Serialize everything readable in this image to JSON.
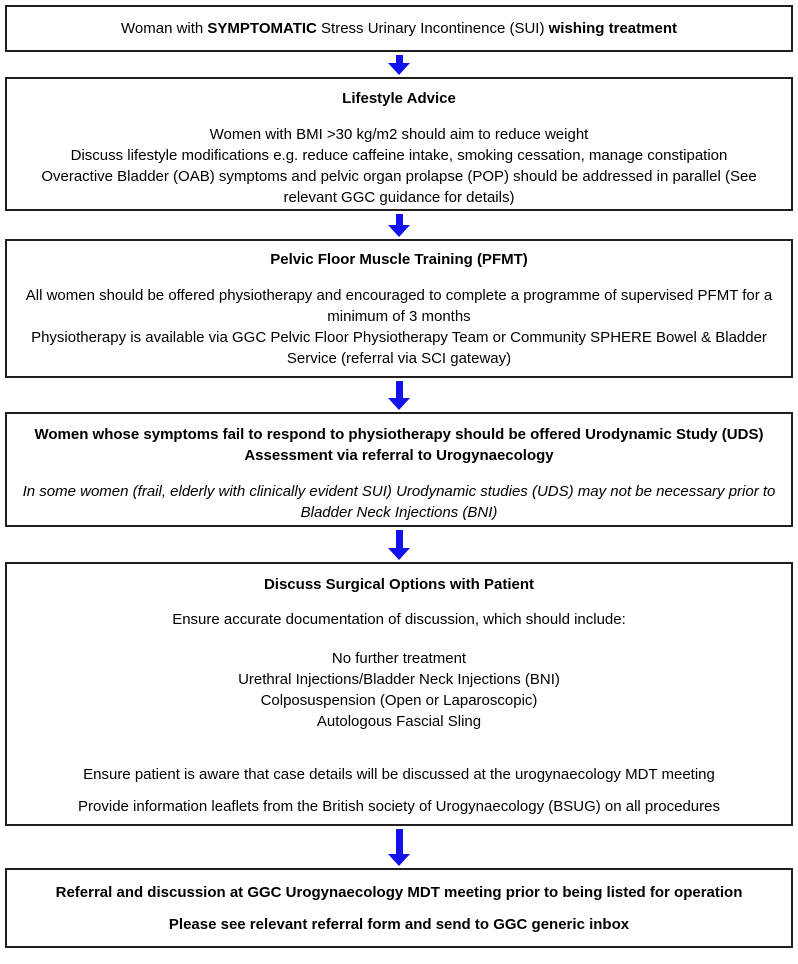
{
  "colors": {
    "arrow": "#1212ee",
    "border": "#1f1f1f",
    "text": "#000000",
    "background": "#ffffff"
  },
  "flowchart": {
    "start": {
      "segments": {
        "s1": "Woman with ",
        "s2": "SYMPTOMATIC",
        "s3": " Stress Urinary Incontinence (SUI) ",
        "s4": "wishing treatment"
      }
    },
    "lifestyle": {
      "title": "Lifestyle Advice",
      "lines": [
        "Women with BMI >30 kg/m2 should aim to reduce weight",
        "Discuss lifestyle modifications e.g. reduce caffeine intake, smoking cessation, manage constipation",
        "Overactive Bladder (OAB) symptoms and pelvic organ prolapse (POP) should be addressed in parallel (See relevant GGC guidance for details)"
      ]
    },
    "pfmt": {
      "title": "Pelvic Floor Muscle Training (PFMT)",
      "lines": [
        "All women should be offered physiotherapy and encouraged to complete a programme of supervised PFMT for a minimum of 3 months",
        "Physiotherapy is available via GGC Pelvic Floor Physiotherapy Team or Community SPHERE Bowel & Bladder Service (referral via SCI gateway)"
      ]
    },
    "uds": {
      "heading": "Women whose symptoms fail to respond to physiotherapy should be offered Urodynamic Study (UDS) Assessment via referral to Urogynaecology",
      "note": "In some women (frail, elderly with clinically evident SUI) Urodynamic studies (UDS) may not be necessary prior to Bladder Neck Injections (BNI)"
    },
    "surgical": {
      "title": "Discuss Surgical Options with Patient",
      "intro": "Ensure accurate documentation of discussion, which should include:",
      "options": [
        "No further treatment",
        "Urethral Injections/Bladder Neck Injections (BNI)",
        "Colposuspension (Open or Laparoscopic)",
        "Autologous Fascial Sling"
      ],
      "mdt_note": "Ensure patient is aware that case details will be discussed at the urogynaecology MDT meeting",
      "leaflets_note": "Provide information leaflets from the British society of Urogynaecology (BSUG) on all procedures"
    },
    "referral": {
      "line1": "Referral and discussion at GGC Urogynaecology MDT meeting prior to being listed for operation",
      "line2": "Please see relevant referral form and send to GGC generic inbox"
    }
  }
}
